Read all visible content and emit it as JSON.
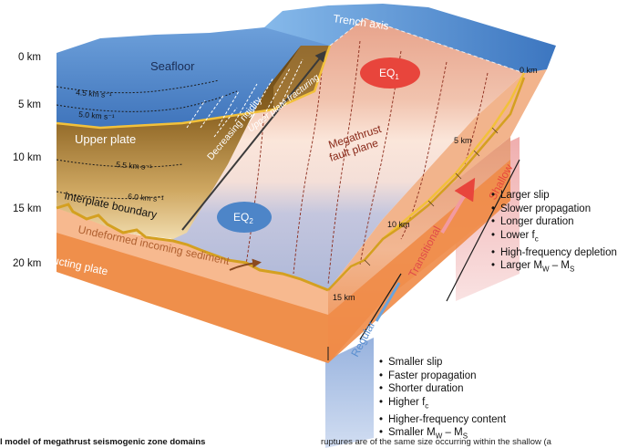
{
  "depths": [
    "0 km",
    "5 km",
    "10 km",
    "15 km",
    "20 km"
  ],
  "labels": {
    "trench_axis": "Trench axis",
    "seafloor": "Seafloor",
    "upper_plate": "Upper plate",
    "interplate_boundary": "Interplate boundary",
    "undeformed_sediment": "Undeformed incoming sediment",
    "subducting_plate": "Subducting plate",
    "upper_plate_fracturing": "Upper plate fracturing",
    "decreasing_rigidity": "Decreasing rigidity",
    "megathrust_line1": "Megathrust",
    "megathrust_line2": "fault plane",
    "eq1": "EQ",
    "eq1_sub": "1",
    "eq2": "EQ",
    "eq2_sub": "2",
    "regular": "Regular",
    "transitional": "Transitional",
    "shallow": "Shallow"
  },
  "velocities": [
    "4.5 km s⁻¹",
    "5.0 km s⁻¹",
    "5.5 km s⁻¹",
    "6.0 km s⁻¹"
  ],
  "fault_depths": [
    "0 km",
    "5 km",
    "10 km",
    "15 km"
  ],
  "shallow_props": [
    {
      "pre": "Larger slip",
      "sub": "",
      "post": ""
    },
    {
      "pre": "Slower propagation",
      "sub": "",
      "post": ""
    },
    {
      "pre": "Longer duration",
      "sub": "",
      "post": ""
    },
    {
      "pre": "Lower f",
      "sub": "c",
      "post": ""
    },
    {
      "pre": "High-frequency depletion",
      "sub": "",
      "post": ""
    },
    {
      "pre": "Larger M",
      "sub": "W",
      "post": " – M",
      "sub2": "S"
    }
  ],
  "regular_props": [
    {
      "pre": "Smaller slip",
      "sub": "",
      "post": ""
    },
    {
      "pre": "Faster propagation",
      "sub": "",
      "post": ""
    },
    {
      "pre": "Shorter duration",
      "sub": "",
      "post": ""
    },
    {
      "pre": "Higher f",
      "sub": "c",
      "post": ""
    },
    {
      "pre": "Higher-frequency content",
      "sub": "",
      "post": ""
    },
    {
      "pre": "Smaller M",
      "sub": "W",
      "post": " – M",
      "sub2": "S"
    }
  ],
  "caption_left": "l model of megathrust seismogenic zone domains",
  "caption_right": "ruptures are of the same size occurring within the shallow (a",
  "colors": {
    "ocean": "#5b8fd0",
    "ocean_top": "#7fb3e8",
    "upper_plate_dark": "#6b4a18",
    "upper_plate_light": "#e6c98c",
    "fault_shallow": "#e9a98f",
    "fault_mid": "#f6dccf",
    "fault_deep": "#b7c1dc",
    "subducting": "#f0924e",
    "subducting_dark": "#e57a3a",
    "sediment": "#f8c5a0",
    "eq1": "#e8453c",
    "eq2": "#4d85c8",
    "contour": "#8a2a1a",
    "arrow_red": "#e8453c",
    "arrow_blue": "#5a9bd8"
  }
}
